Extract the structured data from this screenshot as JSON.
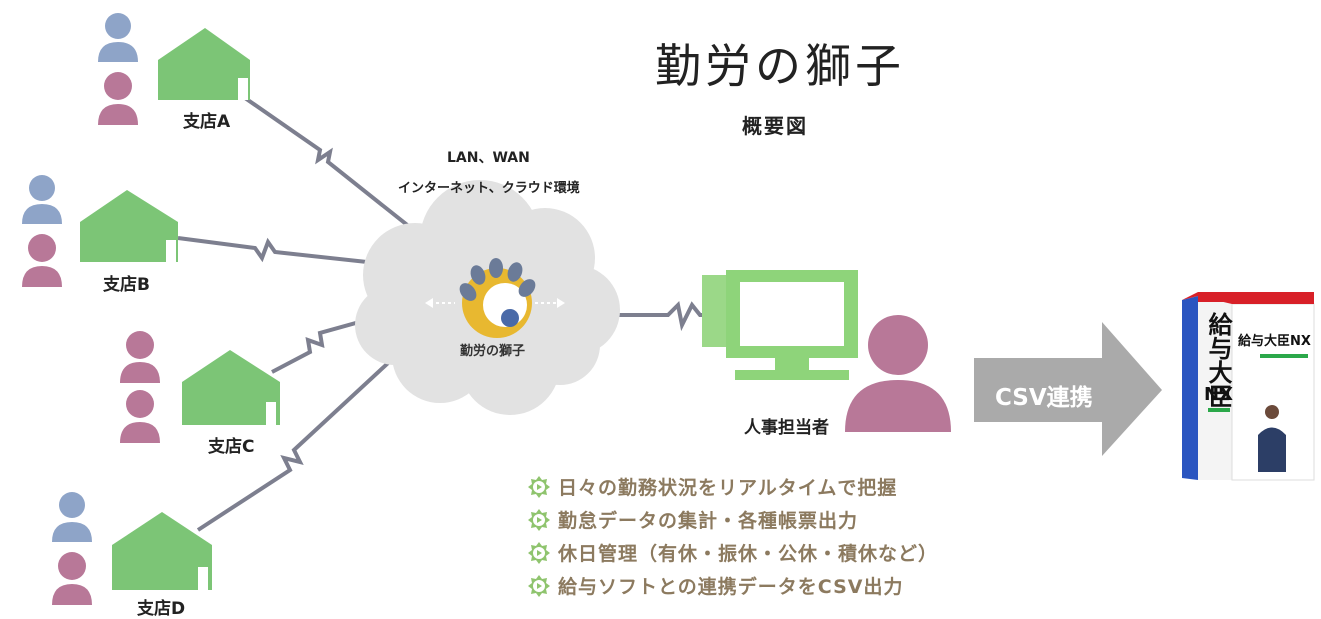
{
  "title": "勤労の獅子",
  "subtitle": "概要図",
  "network": {
    "line1": "LAN、WAN",
    "line2": "インターネット、クラウド環境",
    "cloud_logo_text": "勤労の獅子"
  },
  "branches": [
    "支店A",
    "支店B",
    "支店C",
    "支店D"
  ],
  "hr_label": "人事担当者",
  "csv_label": "CSV連携",
  "features": [
    "日々の勤務状況をリアルタイムで把握",
    "勤怠データの集計・各種帳票出力",
    "休日管理（有休・振休・公休・積休など）",
    "給与ソフトとの連携データをCSV出力"
  ],
  "product": {
    "name_vertical": "給与大臣",
    "name_suffix": "NX",
    "name_top": "給与大臣NX"
  },
  "colors": {
    "house": "#7cc576",
    "person_male": "#8ea4c8",
    "person_female": "#b87898",
    "line": "#7d7f8f",
    "cloud": "#e2e2e2",
    "arrow": "#aaaaaa",
    "feature_text": "#8c7a5f",
    "feature_icon": "#8fc46e"
  },
  "icons": [
    "house-icon",
    "person-icon",
    "computer-icon",
    "cloud-icon",
    "arrow-icon",
    "gear-bullet-icon",
    "software-box-icon"
  ]
}
